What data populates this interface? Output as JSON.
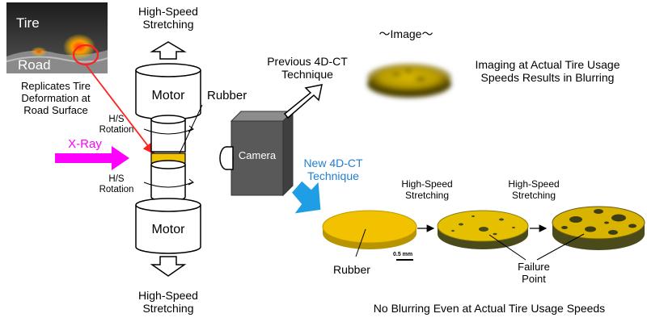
{
  "photo": {
    "tire_label": "Tire",
    "road_label": "Road"
  },
  "replicates_text": [
    "Replicates Tire",
    "Deformation at",
    "Road Surface"
  ],
  "stretching_top": [
    "High-Speed",
    "Stretching"
  ],
  "stretching_bottom": [
    "High-Speed",
    "Stretching"
  ],
  "motor_top": "Motor",
  "motor_bottom": "Motor",
  "rubber_label_top": "Rubber",
  "hs_rotation_top": [
    "H/S",
    "Rotation"
  ],
  "hs_rotation_bottom": [
    "H/S",
    "Rotation"
  ],
  "xray_label": "X-Ray",
  "camera_label": "Camera",
  "image_header": "～Image～",
  "previous_technique": [
    "Previous 4D-CT",
    "Technique"
  ],
  "blur_caption": [
    "Imaging at Actual Tire Usage",
    "Speeds Results in Blurring"
  ],
  "new_technique": [
    "New 4D-CT",
    "Technique"
  ],
  "stretch_step1": [
    "High-Speed",
    "Stretching"
  ],
  "stretch_step2": [
    "High-Speed",
    "Stretching"
  ],
  "rubber_label_bottom": "Rubber",
  "scale_bar": "0.5 mm",
  "failure_point": [
    "Failure",
    "Point"
  ],
  "no_blur_caption": "No Blurring Even at Actual Tire Usage Speeds",
  "colors": {
    "xray": "#ff00ff",
    "new_technique": "#1f7fd0",
    "rubber": "#f2c200",
    "camera": "#595959",
    "pointer": "#ff2020",
    "photo_bg": "#3a3a3a"
  }
}
